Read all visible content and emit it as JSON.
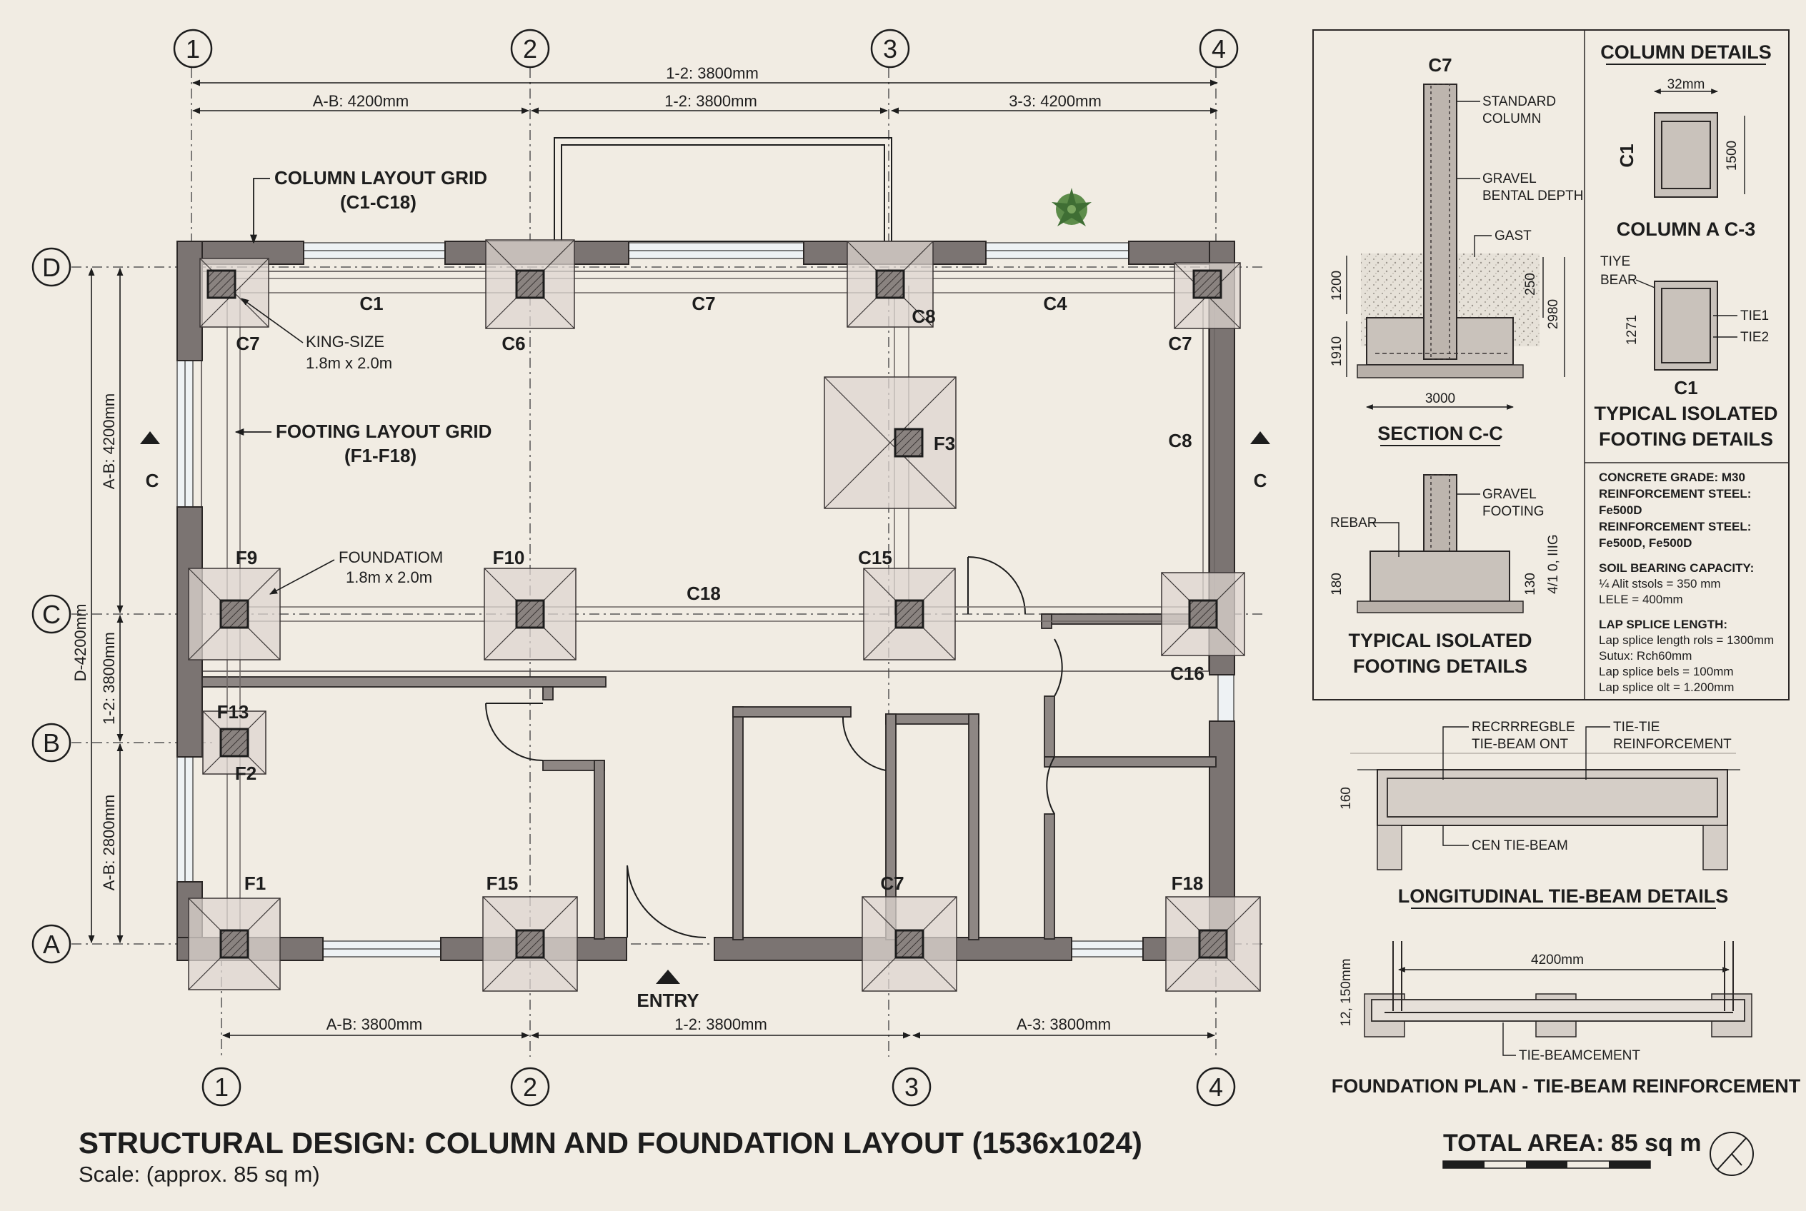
{
  "grid": {
    "columns_top": [
      "1",
      "2",
      "3",
      "4"
    ],
    "columns_bottom": [
      "1",
      "2",
      "3",
      "4"
    ],
    "rows": [
      "D",
      "C",
      "B",
      "A"
    ]
  },
  "dimensions": {
    "top_overall": "1-2: 3800mm",
    "top_ab": "A-B: 4200mm",
    "top_12": "1-2: 3800mm",
    "top_33": "3-3: 4200mm",
    "bottom_ab": "A-B: 3800mm",
    "bottom_12": "1-2: 3800mm",
    "bottom_a3": "A-3: 3800mm",
    "left_overall": "D-4200mm",
    "left_ab_top": "A-B: 4200mm",
    "left_12": "1-2: 3800mm",
    "left_ab_bottom": "A-B: 2800mm"
  },
  "plan": {
    "callout_column_grid_1": "COLUMN LAYOUT GRID",
    "callout_column_grid_2": "(C1-C18)",
    "callout_footing_grid_1": "FOOTING LAYOUT GRID",
    "callout_footing_grid_2": "(F1-F18)",
    "kingsize_1": "KING-SIZE",
    "kingsize_2": "1.8m x 2.0m",
    "foundation_1": "FOUNDATIOM",
    "foundation_2": "1.8m x 2.0m",
    "entry": "ENTRY",
    "section_mark": "C",
    "labels": {
      "c1": "C1",
      "c7_top": "C7",
      "c4": "C4",
      "c7_left": "C7",
      "c6": "C6",
      "c8_top": "C8",
      "c7_right": "C7",
      "f3": "F3",
      "c8_right": "C8",
      "f9": "F9",
      "f10": "F10",
      "c15": "C15",
      "c18": "C18",
      "c16": "C16",
      "f13": "F13",
      "f2": "F2",
      "f1": "F1",
      "f15": "F15",
      "c7_bottom": "C7",
      "f18": "F18"
    }
  },
  "section_cc": {
    "title": "SECTION C-C",
    "column_label": "C7",
    "standard_1": "STANDARD",
    "standard_2": "COLUMN",
    "gravel_1": "GRAVEL",
    "gravel_2": "BENTAL DEPTH",
    "gast": "GAST",
    "dim_1200": "1200",
    "dim_1910": "1910",
    "dim_250": "250",
    "dim_2980": "2980",
    "dim_3000": "3000"
  },
  "column_details": {
    "title": "COLUMN DETAILS",
    "width": "32mm",
    "height": "1500",
    "c1_label": "C1",
    "subtitle": "COLUMN A C-3",
    "tie_1": "TIYE",
    "tie_2": "BEAR",
    "tie1": "TIE1",
    "tie2": "TIE2",
    "dim_1271": "1271",
    "c1_bottom": "C1",
    "footing_title_1": "TYPICAL ISOLATED",
    "footing_title_2": "FOOTING DETAILS"
  },
  "footing_detail": {
    "gravel_1": "GRAVEL",
    "gravel_2": "FOOTING",
    "rebar": "REBAR",
    "dim_180": "180",
    "dim_130": "130",
    "dim_side": "4/1 0, IIIG",
    "title_1": "TYPICAL ISOLATED",
    "title_2": "FOOTING DETAILS"
  },
  "specs": {
    "l1": "CONCRETE GRADE: M30",
    "l2": "REINFORCEMENT STEEL:",
    "l3": "Fe500D",
    "l4": "REINFORCEMENT STEEL:",
    "l5": "Fe500D, Fe500D",
    "l6": "SOIL BEARING CAPACITY:",
    "l7": "¼ Alit stsols = 350 mm",
    "l8": "LELE = 400mm",
    "l9": "LAP SPLICE LENGTH:",
    "l10": "Lap splice length rols = 1300mm",
    "l11": "Sutux: Rch60mm",
    "l12": "Lap splice bels = 100mm",
    "l13": "Lap splice olt = 1.200mm"
  },
  "tie_beam": {
    "label_1a": "RECRRREGBLE",
    "label_1b": "TIE-BEAM ONT",
    "label_2a": "TIE-TIE",
    "label_2b": "REINFORCEMENT",
    "dim_160": "160",
    "cen": "CEN TIE-BEAM",
    "title": "LONGITUDINAL TIE-BEAM DETAILS"
  },
  "foundation_plan": {
    "dim_4200": "4200mm",
    "dim_150": "12, 150mm",
    "tie_label": "TIE-BEAMCEMENT",
    "title": "FOUNDATION PLAN - TIE-BEAM REINFORCEMENT"
  },
  "footer": {
    "title": "STRUCTURAL DESIGN: COLUMN AND FOUNDATION LAYOUT (1536x1024)",
    "scale": "Scale: (approx. 85 sq m)",
    "total_area": "TOTAL AREA: 85 sq m"
  },
  "colors": {
    "background": "#f1ece3",
    "wall": "#7b7472",
    "ink": "#1d1d1d",
    "footing_fill": "#ddd6d0"
  }
}
